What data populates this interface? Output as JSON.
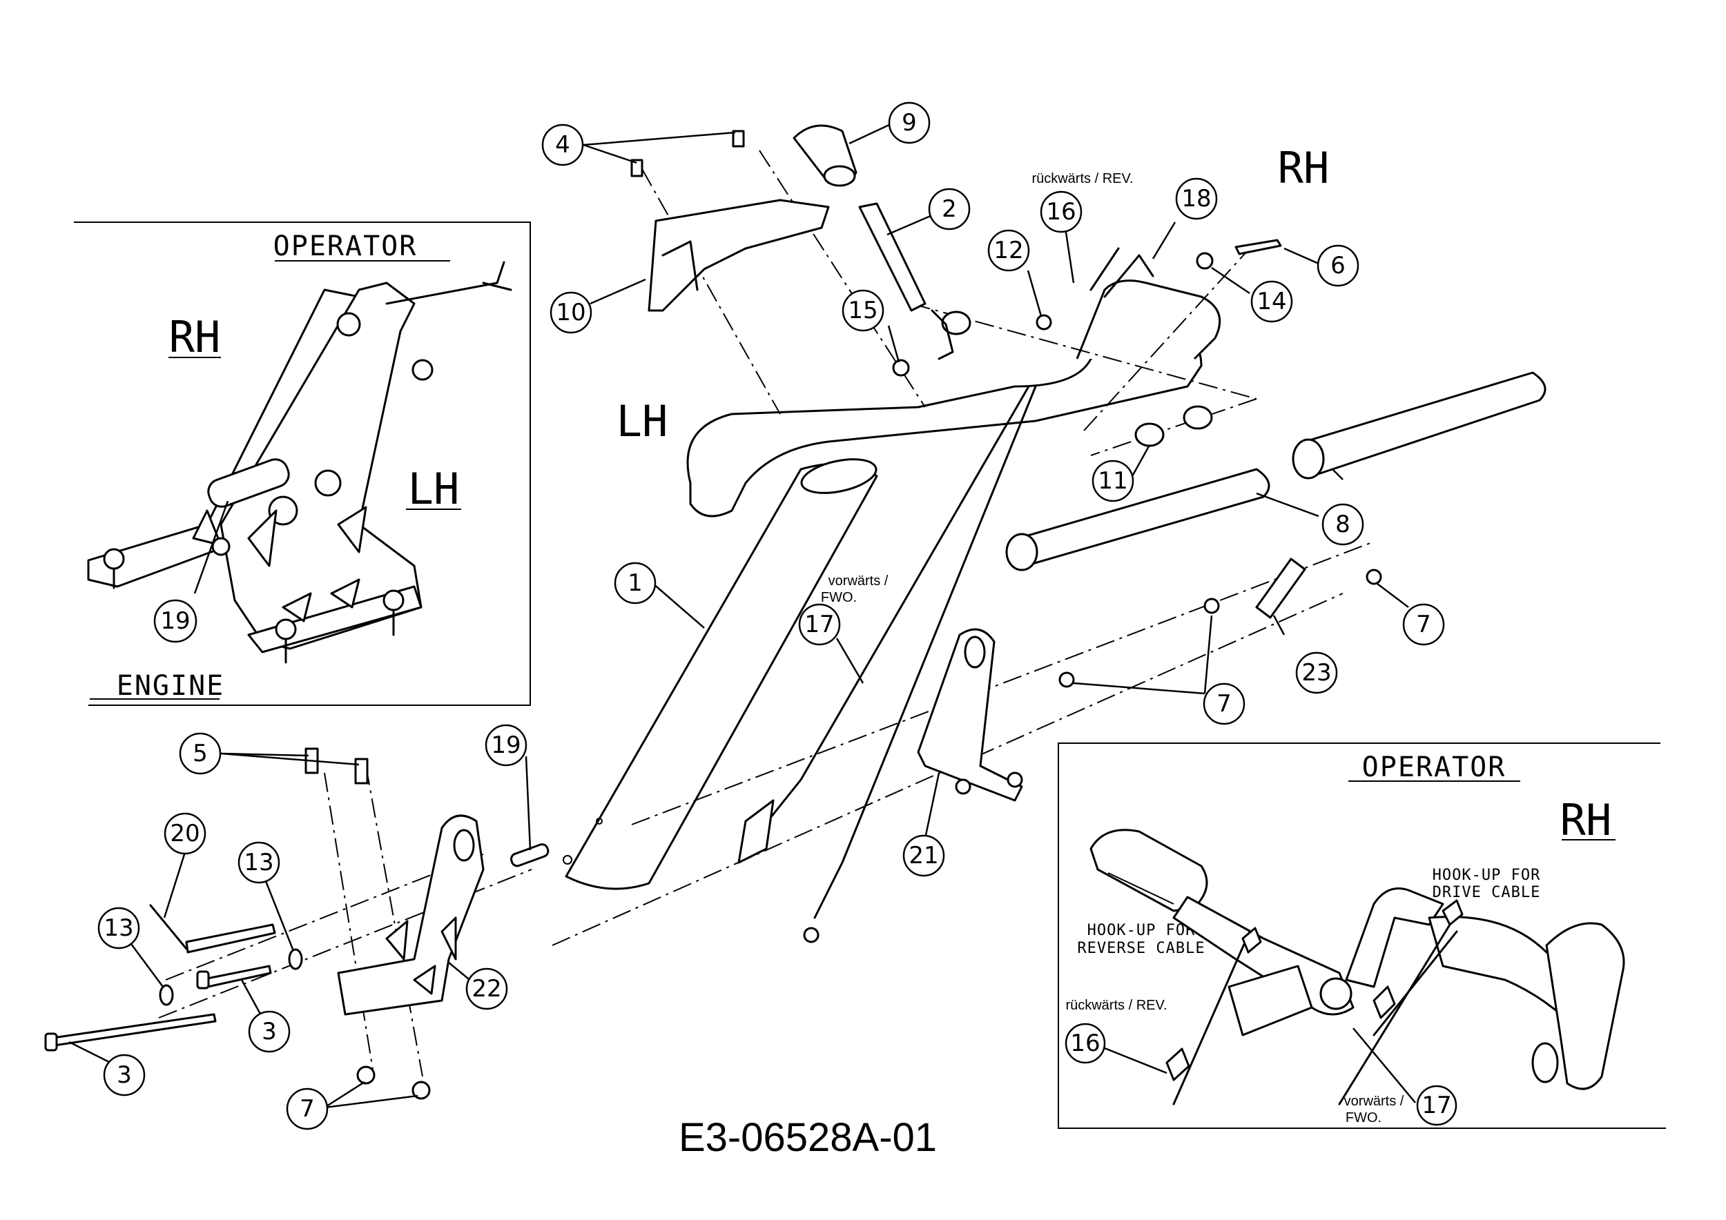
{
  "diagram": {
    "drawing_number": "E3-06528A-01",
    "side_labels": {
      "rh_main": "RH",
      "lh_main": "LH"
    },
    "left_inset": {
      "title": "OPERATOR",
      "rh": "RH",
      "lh": "LH",
      "bottom": "ENGINE",
      "callout": "19"
    },
    "right_inset": {
      "title": "OPERATOR",
      "rh": "RH",
      "hook_drive": [
        "HOOK-UP FOR",
        "DRIVE CABLE"
      ],
      "hook_reverse": [
        "HOOK-UP FOR",
        "REVERSE CABLE"
      ],
      "rev_label": "rückwärts / REV.",
      "fwd_label": [
        "vorwärts /",
        "FWO."
      ],
      "callouts": [
        "16",
        "17"
      ]
    },
    "notes": {
      "rev_top": "rückwärts / REV.",
      "fwd_mid": [
        "vorwärts /",
        "FWO."
      ]
    },
    "callouts": [
      "1",
      "2",
      "3",
      "3",
      "4",
      "5",
      "6",
      "7",
      "7",
      "7",
      "8",
      "9",
      "10",
      "11",
      "12",
      "13",
      "13",
      "14",
      "15",
      "16",
      "17",
      "18",
      "19",
      "20",
      "21",
      "22",
      "23"
    ]
  }
}
